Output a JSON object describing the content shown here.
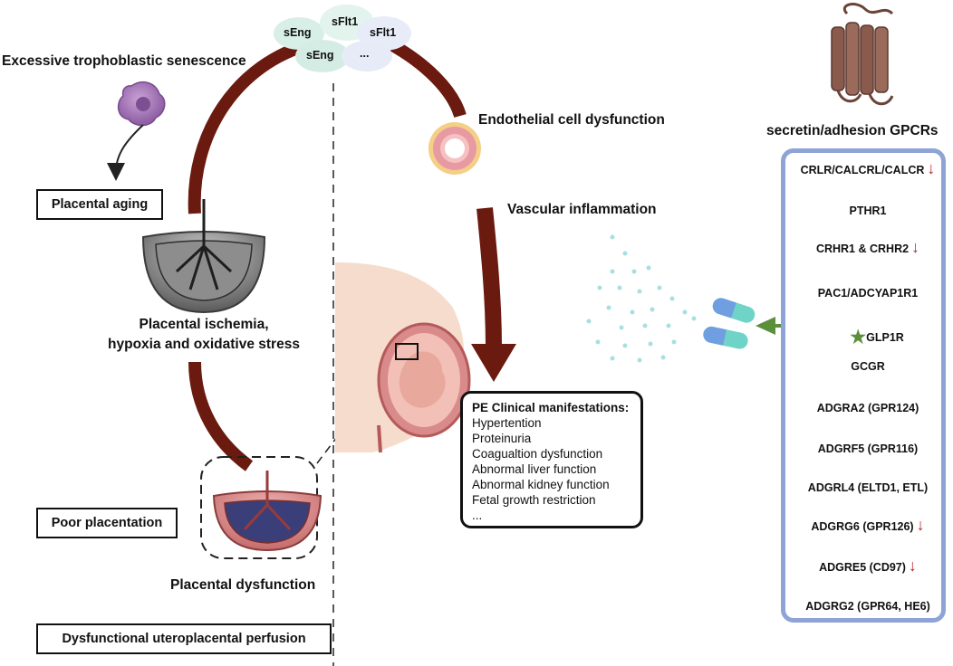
{
  "bubbles": [
    "sEng",
    "sFlt1",
    "sFlt1",
    "sEng",
    "..."
  ],
  "left": {
    "senescence": "Excessive trophoblastic senescence",
    "placental_aging": "Placental aging",
    "ischemia_line1": "Placental ischemia,",
    "ischemia_line2": "hypoxia and oxidative stress",
    "poor_placentation": "Poor placentation",
    "placental_dysfunction": "Placental dysfunction",
    "perfusion": "Dysfunctional uteroplacental perfusion"
  },
  "right": {
    "endothelial": "Endothelial cell dysfunction",
    "vascular": "Vascular inflammation"
  },
  "manifestations": {
    "heading": "PE Clinical manifestations:",
    "items": [
      "Hypertention",
      "Proteinuria",
      "Coagualtion dysfunction",
      "Abnormal liver function",
      "Abnormal kidney function",
      "Fetal growth restriction",
      "..."
    ]
  },
  "gpcr": {
    "title": "secretin/adhesion GPCRs",
    "items": [
      {
        "label": "CRLR/CALCRL/CALCR",
        "down": true
      },
      {
        "label": "PTHR1",
        "down": false
      },
      {
        "label": "CRHR1 & CRHR2",
        "down": true
      },
      {
        "label": "PAC1/ADCYAP1R1",
        "down": false
      },
      {
        "label": "GLP1R",
        "down": false
      },
      {
        "label": "GCGR",
        "down": false
      },
      {
        "label": "ADGRA2 (GPR124)",
        "down": false
      },
      {
        "label": "ADGRF5 (GPR116)",
        "down": false
      },
      {
        "label": "ADGRL4 (ELTD1, ETL)",
        "down": false
      },
      {
        "label": "ADGRG6 (GPR126)",
        "down": true
      },
      {
        "label": "ADGRE5 (CD97)",
        "down": true
      },
      {
        "label": "ADGRG2 (GPR64, HE6)",
        "down": false
      }
    ]
  },
  "colors": {
    "arc": "#6b1a10",
    "panel_border": "#8ea3d6",
    "down_arrow": "#b5262b",
    "pill_blue": "#6f9fe0",
    "pill_teal": "#6fd3c8",
    "star": "#5b8f3a",
    "receptor": "#8a5a4d"
  }
}
